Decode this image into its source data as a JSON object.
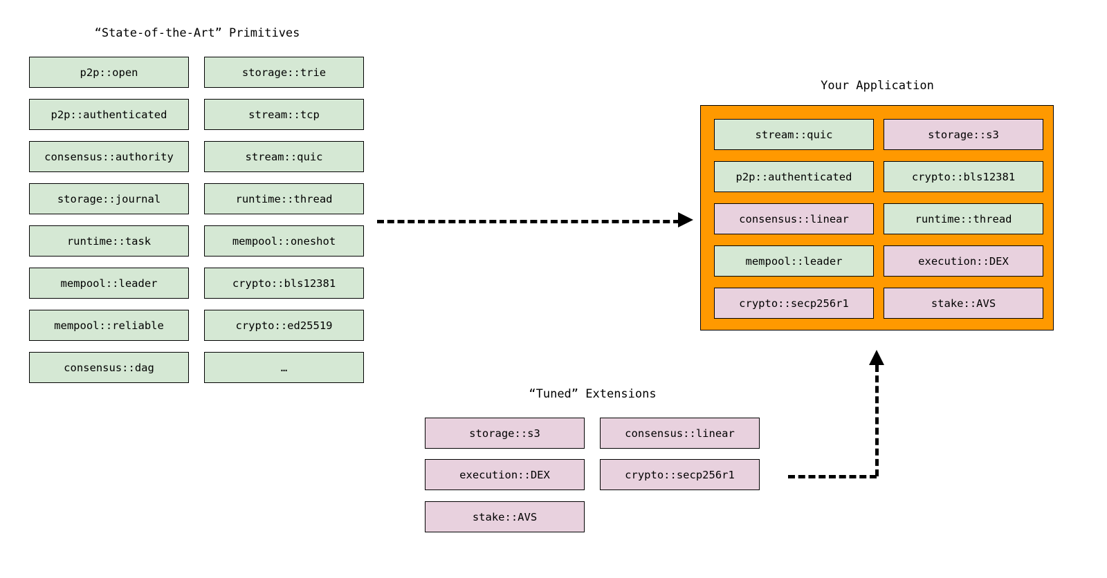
{
  "diagram": {
    "background_color": "#ffffff",
    "colors": {
      "primitive_green": "#d5e8d4",
      "extension_pink": "#e8d1de",
      "application_orange": "#ff9900",
      "stroke": "#000000"
    }
  },
  "primitives_section": {
    "title": "“State-of-the-Art” Primitives",
    "column_1": [
      {
        "label": "p2p::open",
        "style": "green"
      },
      {
        "label": "p2p::authenticated",
        "style": "green"
      },
      {
        "label": "consensus::authority",
        "style": "green"
      },
      {
        "label": "storage::journal",
        "style": "green"
      },
      {
        "label": "runtime::task",
        "style": "green"
      },
      {
        "label": "mempool::leader",
        "style": "green"
      },
      {
        "label": "mempool::reliable",
        "style": "green"
      },
      {
        "label": "consensus::dag",
        "style": "green"
      }
    ],
    "column_2": [
      {
        "label": "storage::trie",
        "style": "green"
      },
      {
        "label": "stream::tcp",
        "style": "green"
      },
      {
        "label": "stream::quic",
        "style": "green"
      },
      {
        "label": "runtime::thread",
        "style": "green"
      },
      {
        "label": "mempool::oneshot",
        "style": "green"
      },
      {
        "label": "crypto::bls12381",
        "style": "green"
      },
      {
        "label": "crypto::ed25519",
        "style": "green"
      },
      {
        "label": "…",
        "style": "green"
      }
    ]
  },
  "application_section": {
    "title": "Your Application",
    "column_1": [
      {
        "label": "stream::quic",
        "style": "green"
      },
      {
        "label": "p2p::authenticated",
        "style": "green"
      },
      {
        "label": "consensus::linear",
        "style": "pink"
      },
      {
        "label": "mempool::leader",
        "style": "green"
      },
      {
        "label": "crypto::secp256r1",
        "style": "pink"
      }
    ],
    "column_2": [
      {
        "label": "storage::s3",
        "style": "pink"
      },
      {
        "label": "crypto::bls12381",
        "style": "green"
      },
      {
        "label": "runtime::thread",
        "style": "green"
      },
      {
        "label": "execution::DEX",
        "style": "pink"
      },
      {
        "label": "stake::AVS",
        "style": "pink"
      }
    ]
  },
  "extensions_section": {
    "title": "“Tuned” Extensions",
    "column_1": [
      {
        "label": "storage::s3",
        "style": "pink"
      },
      {
        "label": "execution::DEX",
        "style": "pink"
      },
      {
        "label": "stake::AVS",
        "style": "pink"
      }
    ],
    "column_2": [
      {
        "label": "consensus::linear",
        "style": "pink"
      },
      {
        "label": "crypto::secp256r1",
        "style": "pink"
      }
    ]
  },
  "connectors": [
    {
      "name": "primitives-to-application",
      "style": "dashed",
      "direction": "right",
      "from": "primitives_section",
      "to": "application_section"
    },
    {
      "name": "extensions-to-application",
      "style": "dashed",
      "direction": "up",
      "from": "extensions_section",
      "to": "application_section"
    }
  ]
}
